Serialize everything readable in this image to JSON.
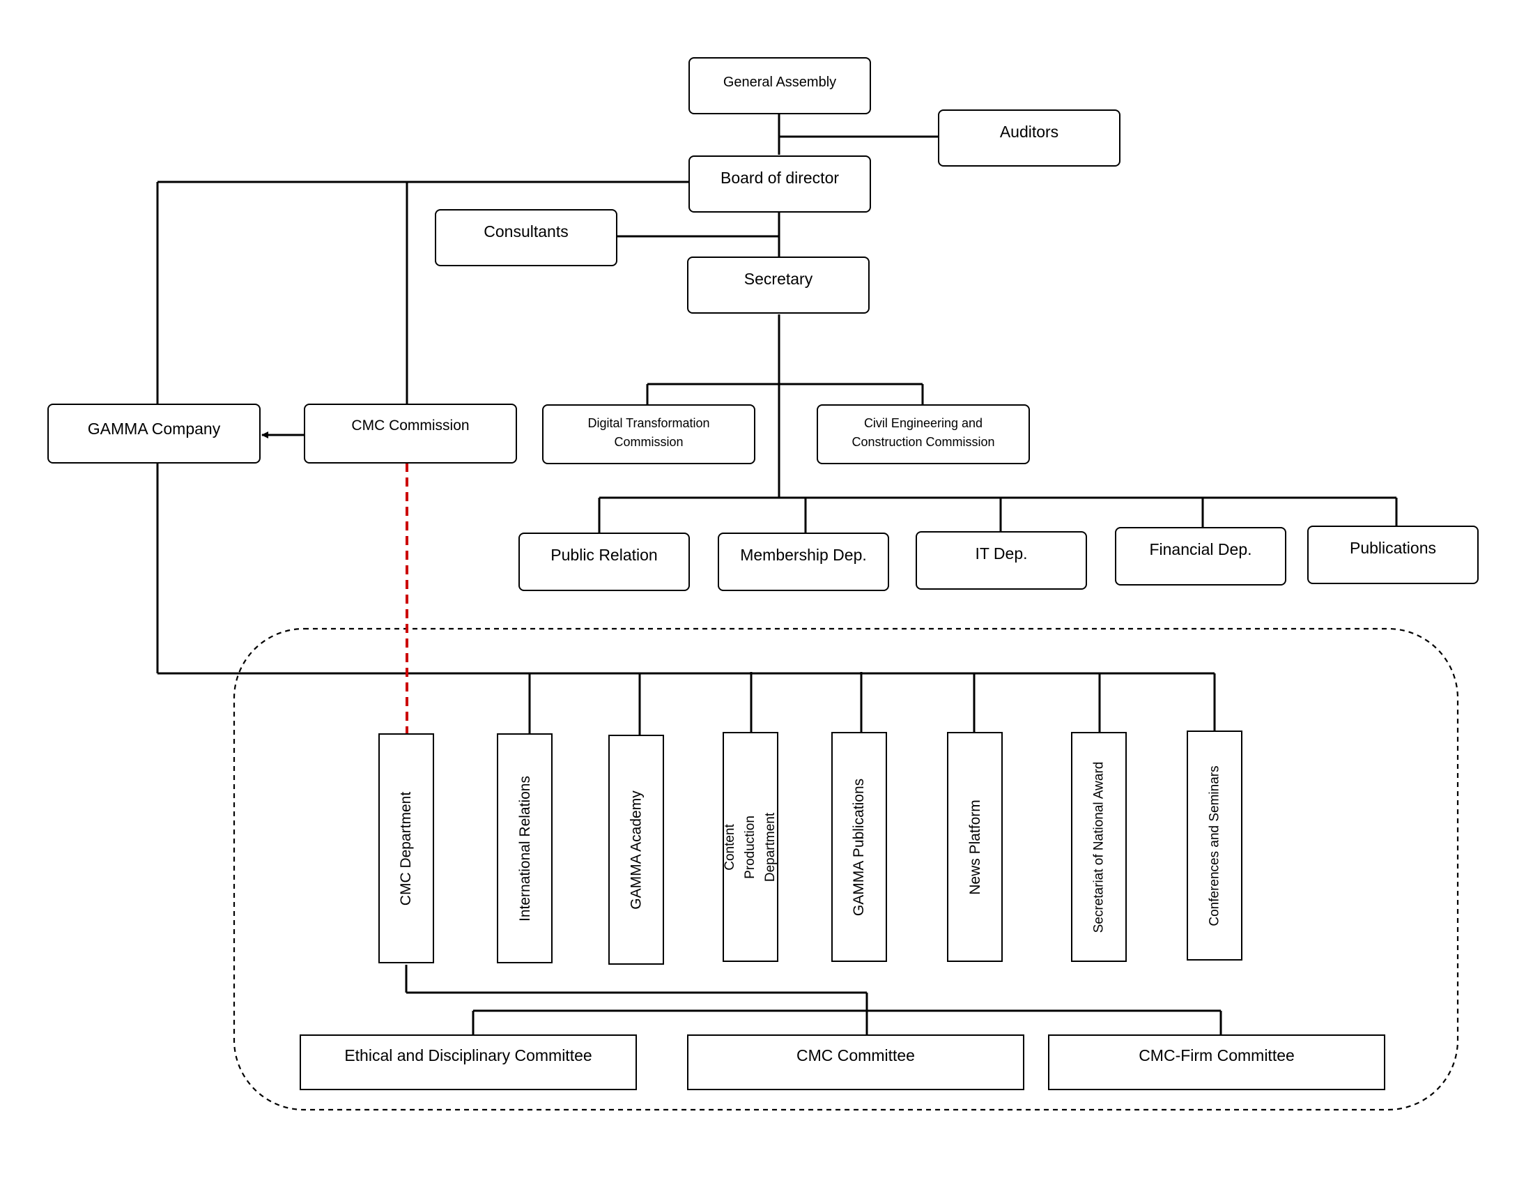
{
  "diagram": {
    "top": {
      "general_assembly": "General Assembly",
      "auditors": "Auditors",
      "board_of_director": "Board of director",
      "consultants": "Consultants",
      "secretary": "Secretary"
    },
    "commissions": {
      "gamma_company": "GAMMA Company",
      "cmc_commission": "CMC Commission",
      "digital_transformation": "Digital Transformation Commission",
      "civil_engineering": "Civil Engineering and Construction Commission"
    },
    "departments": [
      "Public Relation",
      "Membership Dep.",
      "IT Dep.",
      "Financial Dep.",
      "Publications"
    ],
    "units": [
      "CMC Department",
      "International Relations",
      "GAMMA Academy",
      "Content Production Department",
      "GAMMA Publications",
      "News Platform",
      "Secretariat of National Award",
      "Conferences and Seminars"
    ],
    "committees": [
      "Ethical and Disciplinary Committee",
      "CMC Committee",
      "CMC-Firm Committee"
    ],
    "colors": {
      "line": "#000000",
      "dashed_link": "#cc0000",
      "group_border": "#000000"
    }
  }
}
